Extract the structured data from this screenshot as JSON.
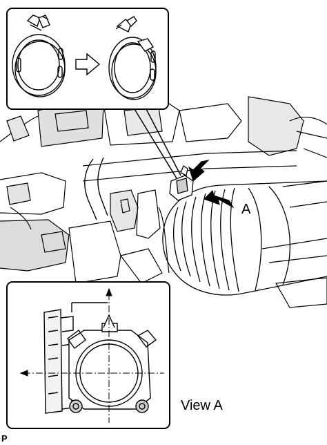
{
  "callout_labels": {
    "view_arrow_letter": "A",
    "inset_caption": "View A"
  },
  "figure_code": "P",
  "colors": {
    "line": "#000000",
    "background": "#ffffff",
    "engine_shading": "#d8d8d8"
  },
  "icons": [
    "hose-clamp-closed-icon",
    "hose-clamp-open-icon",
    "direction-arrow-icon",
    "pointer-arrow-icon",
    "throttle-body-icon"
  ]
}
